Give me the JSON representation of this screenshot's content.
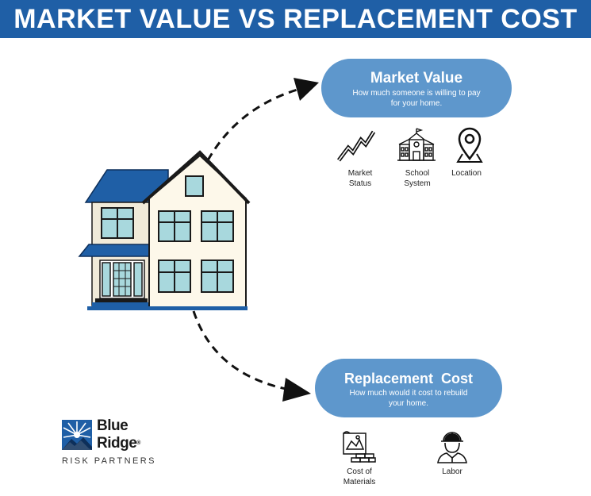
{
  "title": "MARKET VALUE VS REPLACEMENT COST",
  "market_value": {
    "heading": "Market Value",
    "description_line1": "How much someone is willing to pay",
    "description_line2": "for your home.",
    "factors": [
      {
        "label_line1": "Market",
        "label_line2": "Status",
        "icon": "trending-up-icon"
      },
      {
        "label_line1": "School",
        "label_line2": "System",
        "icon": "school-building-icon"
      },
      {
        "label_line1": "Location",
        "label_line2": "",
        "icon": "location-pin-icon"
      }
    ]
  },
  "replacement_cost": {
    "heading": "Replacement  Cost",
    "description_line1": "How much would it cost to rebuild",
    "description_line2": "your home.",
    "factors": [
      {
        "label_line1": "Cost of",
        "label_line2": "Materials",
        "icon": "blueprint-bricks-icon"
      },
      {
        "label_line1": "Labor",
        "label_line2": "",
        "icon": "construction-worker-icon"
      }
    ]
  },
  "logo": {
    "line1": "Blue",
    "line2": "Ridge",
    "tagline": "RISK PARTNERS",
    "trademark": "®"
  },
  "colors": {
    "brand_blue": "#1f5fa6",
    "pill_blue": "#5e97cc",
    "window_fill": "#a8d8dd",
    "house_wall": "#fdf8ea",
    "side_wall": "#f0ead9"
  }
}
